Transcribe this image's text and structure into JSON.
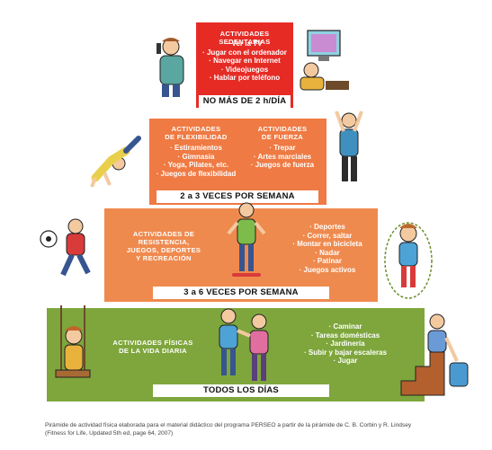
{
  "tiers": [
    {
      "title": "ACTIVIDADES SEDENTARIAS",
      "items": [
        "Ver la TV",
        "Jugar con el ordenador",
        "Navegar en Internet",
        "Videojuegos",
        "Hablar por teléfono"
      ],
      "banner": "NO MÁS DE 2 h/DÍA",
      "color": "#e62b25"
    },
    {
      "groups": [
        {
          "title_lines": [
            "ACTIVIDADES",
            "DE FLEXIBILIDAD"
          ],
          "items": [
            "Estiramientos",
            "Gimnasia",
            "Yoga, Pilates, etc.",
            "Juegos de flexibilidad"
          ]
        },
        {
          "title_lines": [
            "ACTIVIDADES",
            "DE FUERZA"
          ],
          "items": [
            "Trepar",
            "Artes marciales",
            "Juegos de fuerza"
          ]
        }
      ],
      "banner": "2 a 3 VECES POR SEMANA",
      "color": "#ef7a43"
    },
    {
      "title_lines": [
        "ACTIVIDADES DE",
        "RESISTENCIA,",
        "JUEGOS, DEPORTES",
        "Y RECREACIÓN"
      ],
      "items": [
        "Deportes",
        "Correr, saltar",
        "Montar en bicicleta",
        "Nadar",
        "Patinar",
        "Juegos activos"
      ],
      "banner": "3 a 6 VECES POR SEMANA",
      "color": "#ef8a4e"
    },
    {
      "title_lines": [
        "ACTIVIDADES FÍSICAS",
        "DE LA VIDA DIARIA"
      ],
      "items": [
        "Caminar",
        "Tareas domésticas",
        "Jardinería",
        "Subir y bajar escaleras",
        "Jugar"
      ],
      "banner": "TODOS LOS DÍAS",
      "color": "#7ea63c"
    }
  ],
  "caption": {
    "line1": "Pirámide de actividad física elaborada para el material didáctico del programa PERSEO a partir de la pirámide de C. B. Corbin y R. Lindsey",
    "line2": "(Fitness for Life, Updated 5th ed, page 64, 2007)"
  },
  "illustrations": [
    "person-on-phone-icon",
    "person-at-computer-icon",
    "stretching-person-icon",
    "climbing-person-icon",
    "soccer-player-icon",
    "skateboarder-icon",
    "jump-rope-icon",
    "child-on-swing-icon",
    "dancing-kids-icon",
    "person-on-stairs-icon"
  ]
}
